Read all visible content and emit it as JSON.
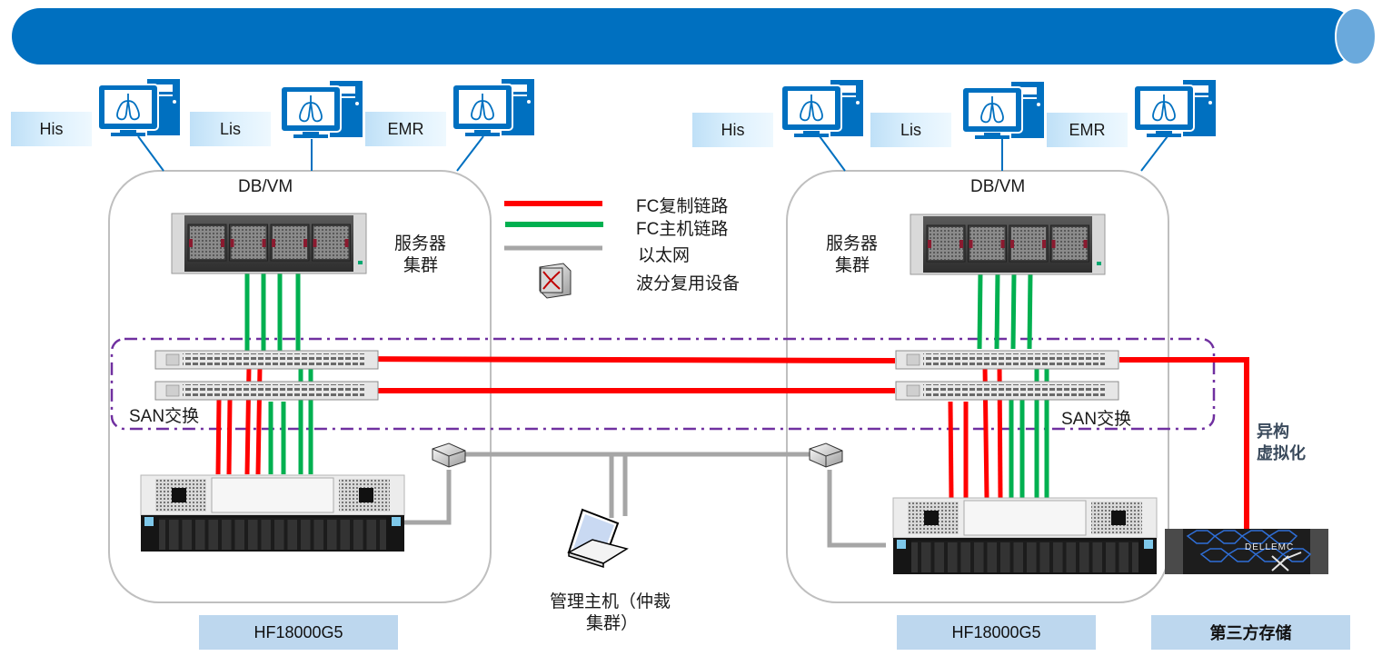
{
  "banner": {
    "color": "#0070c0",
    "cap_color": "#6aa9dc"
  },
  "colors": {
    "fc_replication": "#ff0000",
    "fc_host": "#00b050",
    "ethernet": "#a6a6a6",
    "san_boundary": "#7030a0",
    "cluster_border": "#bfbfbf",
    "client_link": "#0070c0"
  },
  "legend": {
    "items": [
      {
        "kind": "fc-replication",
        "label": "FC复制链路"
      },
      {
        "kind": "fc-host",
        "label": "FC主机链路"
      },
      {
        "kind": "ethernet",
        "label": "以太网"
      },
      {
        "kind": "wdm-device",
        "label": "波分复用设备"
      }
    ]
  },
  "sites": [
    {
      "clients": [
        {
          "label": "His"
        },
        {
          "label": "Lis"
        },
        {
          "label": "EMR"
        }
      ],
      "db_label": "DB/VM",
      "server_label_line1": "服务器",
      "server_label_line2": "集群",
      "san_label": "SAN交换",
      "storage_model": "HF18000G5"
    },
    {
      "clients": [
        {
          "label": "His"
        },
        {
          "label": "Lis"
        },
        {
          "label": "EMR"
        }
      ],
      "db_label": "DB/VM",
      "server_label_line1": "服务器",
      "server_label_line2": "集群",
      "san_label": "SAN交换",
      "storage_model": "HF18000G5"
    }
  ],
  "management": {
    "label_line1": "管理主机（仲裁",
    "label_line2": "集群）"
  },
  "third_party": {
    "link_label_line1": "异构",
    "link_label_line2": "虚拟化",
    "brand": "DELLEMC",
    "title": "第三方存储"
  }
}
